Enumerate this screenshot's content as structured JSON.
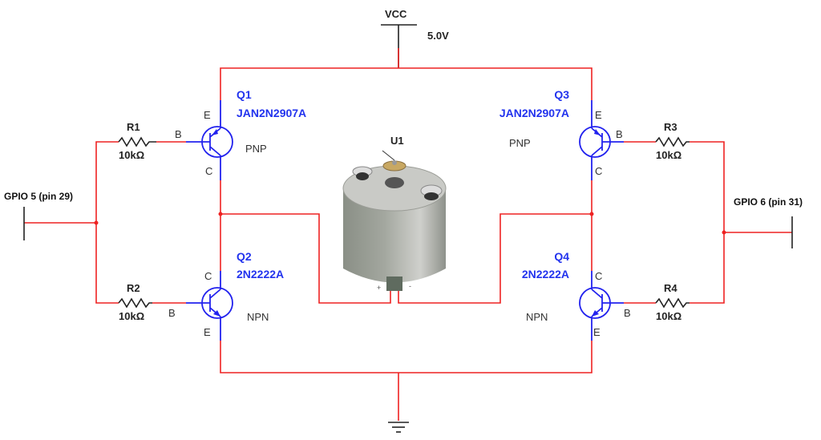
{
  "power": {
    "label": "VCC",
    "voltage": "5.0V"
  },
  "motor": {
    "ref": "U1",
    "plus": "+",
    "minus": "-"
  },
  "gpio": {
    "left": "GPIO 5 (pin 29)",
    "right": "GPIO 6 (pin 31)"
  },
  "transistors": [
    {
      "ref": "Q1",
      "part": "JAN2N2907A",
      "type": "PNP",
      "e": "E",
      "b": "B",
      "c": "C"
    },
    {
      "ref": "Q2",
      "part": "2N2222A",
      "type": "NPN",
      "e": "E",
      "b": "B",
      "c": "C"
    },
    {
      "ref": "Q3",
      "part": "JAN2N2907A",
      "type": "PNP",
      "e": "E",
      "b": "B",
      "c": "C"
    },
    {
      "ref": "Q4",
      "part": "2N2222A",
      "type": "NPN",
      "e": "E",
      "b": "B",
      "c": "C"
    }
  ],
  "resistors": [
    {
      "ref": "R1",
      "value": "10kΩ"
    },
    {
      "ref": "R2",
      "value": "10kΩ"
    },
    {
      "ref": "R3",
      "value": "10kΩ"
    },
    {
      "ref": "R4",
      "value": "10kΩ"
    }
  ],
  "colors": {
    "wire": "#ee2222",
    "pin": "#2222ee",
    "ref": "#2233ee"
  }
}
